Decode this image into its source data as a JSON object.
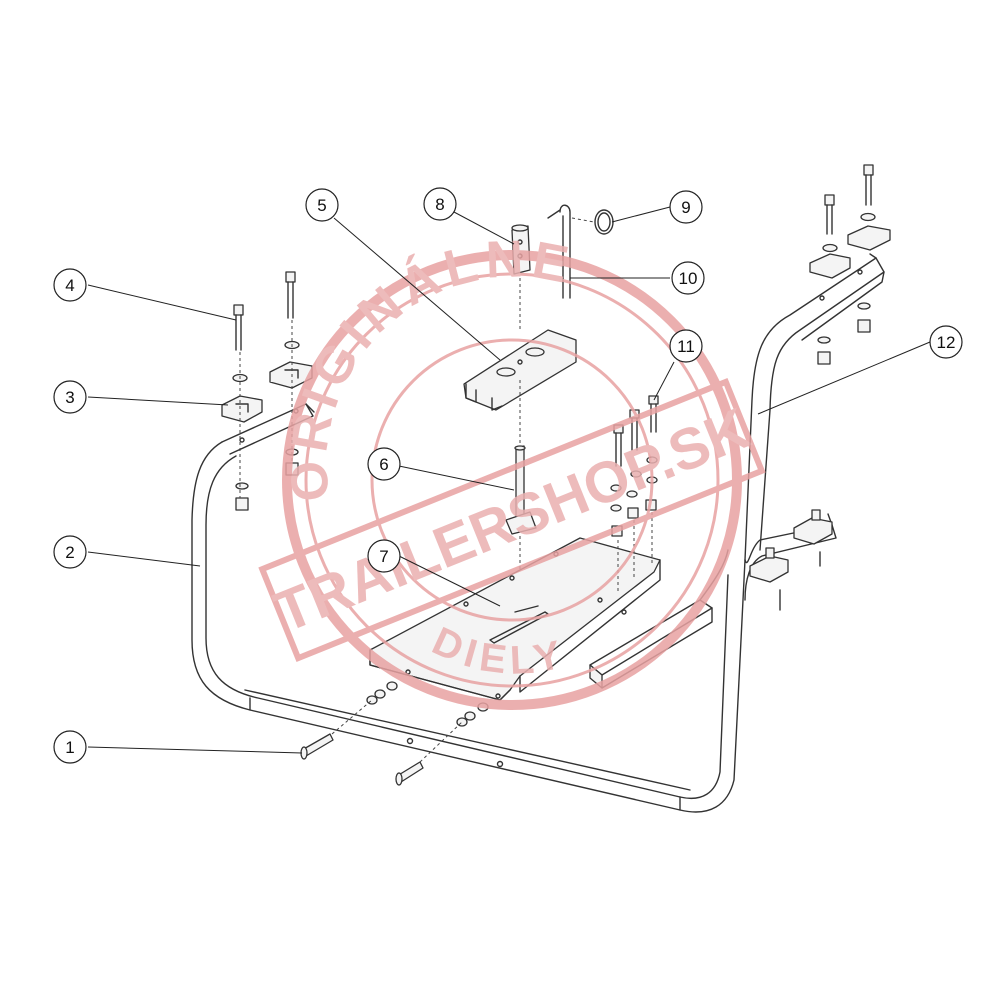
{
  "diagram": {
    "callouts": [
      {
        "id": "c1",
        "label": "1"
      },
      {
        "id": "c2",
        "label": "2"
      },
      {
        "id": "c3",
        "label": "3"
      },
      {
        "id": "c4",
        "label": "4"
      },
      {
        "id": "c5",
        "label": "5"
      },
      {
        "id": "c6",
        "label": "6"
      },
      {
        "id": "c7",
        "label": "7"
      },
      {
        "id": "c8",
        "label": "8"
      },
      {
        "id": "c9",
        "label": "9"
      },
      {
        "id": "c10",
        "label": "10"
      },
      {
        "id": "c11",
        "label": "11"
      },
      {
        "id": "c12",
        "label": "12"
      }
    ]
  },
  "watermark": {
    "arc_text": "ORIGINÁLNE",
    "band_text": "TRAILERSHOP.SK",
    "bottom_text": "DIELY",
    "color": "#e8a2a2"
  }
}
